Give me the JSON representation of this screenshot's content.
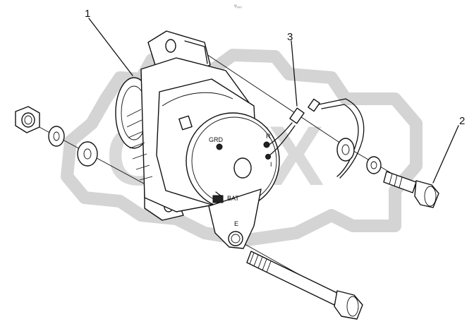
{
  "header_mark": "⁰⁄₀₀₀",
  "watermark": "OPEX",
  "callouts": [
    {
      "id": "callout-1",
      "text": "1"
    },
    {
      "id": "callout-2",
      "text": "2"
    },
    {
      "id": "callout-3",
      "text": "3"
    }
  ],
  "terminal_labels": {
    "grd": "GRD",
    "r": "R",
    "i": "I",
    "bat": "BAT",
    "e": "E"
  }
}
